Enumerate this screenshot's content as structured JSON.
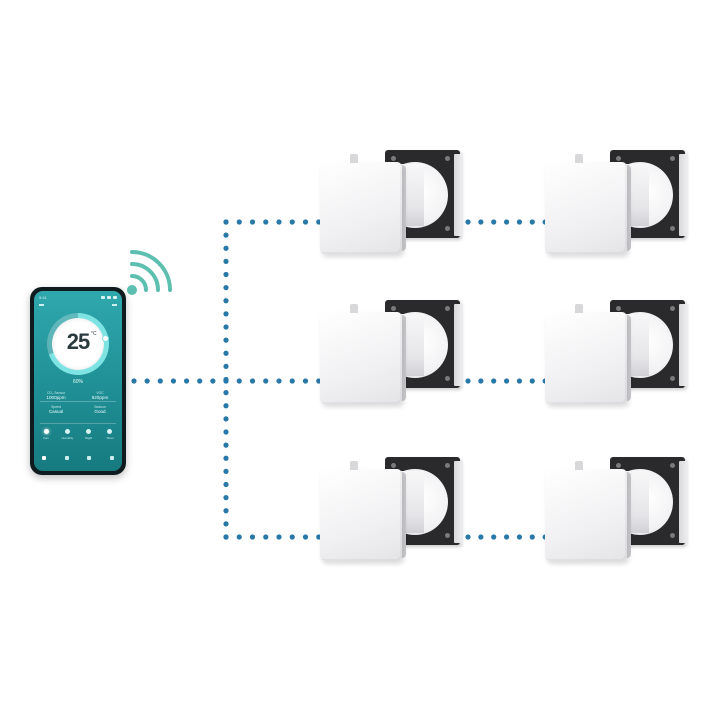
{
  "phone_app": {
    "status_time": "9:41",
    "temperature": "25",
    "temperature_unit": "°C",
    "humidity": "60%",
    "stats": [
      {
        "label": "CO₂ Sensor",
        "value": "1000ppm"
      },
      {
        "label": "VOC",
        "value": "620ppm"
      },
      {
        "label": "Speed",
        "value": "Casual"
      },
      {
        "label": "Season",
        "value": "Good"
      }
    ],
    "modes": [
      {
        "label": "Fan"
      },
      {
        "label": "Humidity"
      },
      {
        "label": "Night"
      },
      {
        "label": "Timer"
      }
    ]
  },
  "colors": {
    "connection_dots": "#2878a8",
    "wifi_signal": "#5cbfb0",
    "app_background": "#1f8f95",
    "unit_flange": "#2a2a2c",
    "unit_panel": "#f1f1f3"
  },
  "icons": {
    "wifi": "wifi-signal-icon"
  },
  "ventilation_units": [
    {
      "id": "row1-left"
    },
    {
      "id": "row1-right"
    },
    {
      "id": "row2-left"
    },
    {
      "id": "row2-right"
    },
    {
      "id": "row3-left"
    },
    {
      "id": "row3-right"
    }
  ]
}
